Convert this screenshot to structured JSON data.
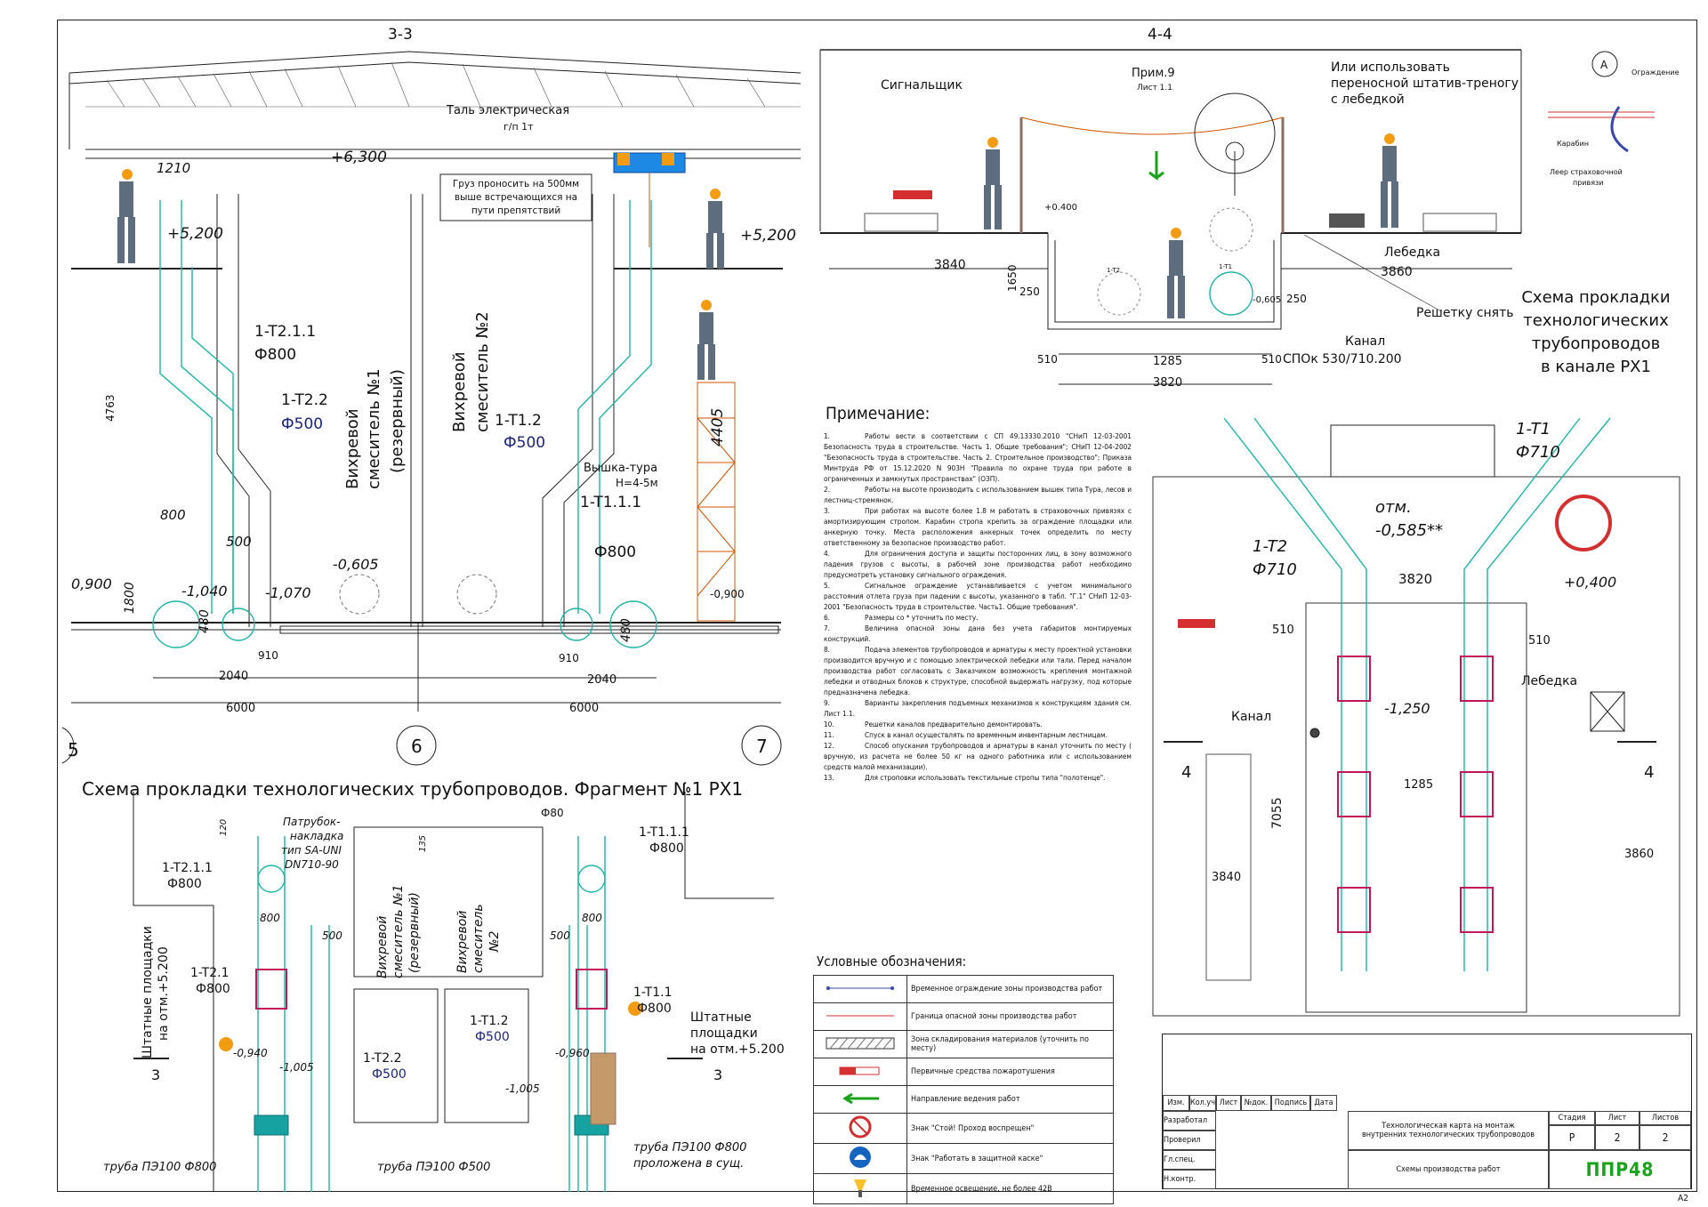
{
  "section_33": {
    "title": "3-3"
  },
  "section_44": {
    "title": "4-4"
  },
  "labels": {
    "tal": "Таль электрическая",
    "tal_gp": "г/п 1т",
    "gruz1": "Груз проносить на 500мм",
    "gruz2": "выше встречающихся на",
    "gruz3": "пути препятствий",
    "elev_6300": "+6,300",
    "elev_5200": "+5,200",
    "elev_5200r": "+5,200",
    "elev_0900": "0,900",
    "elev_1040": "-1,040",
    "elev_1070": "-1,070",
    "elev_0605": "-0,605",
    "elev_0900r": "-0,900",
    "d1210": "1210",
    "d4763": "4763",
    "d800": "800",
    "d500": "500",
    "d480a": "480",
    "d480b": "480",
    "d1800": "1800",
    "d910a": "910",
    "d910b": "910",
    "d2040a": "2040",
    "d2040b": "2040",
    "d6000a": "6000",
    "d6000b": "6000",
    "d4405": "4405",
    "t211": "1-T2.1.1",
    "t211d": "Ф800",
    "t22": "1-T2.2",
    "t22d": "Ф500",
    "t12": "1-T1.2",
    "t12d": "Ф500",
    "t111": "1-T1.1.1",
    "t111d": "Ф800",
    "mixer1a": "Вихревой",
    "mixer1b": "смеситель №1",
    "mixer1c": "(резервный)",
    "mixer2a": "Вихревой",
    "mixer2b": "смеситель №2",
    "vyshka1": "Вышка-тура",
    "vyshka2": "Н=4-5м",
    "axis5": "5",
    "axis6": "6",
    "axis7": "7"
  },
  "s44": {
    "signal": "Сигнальщик",
    "prim": "Прим.9",
    "list": "Лист 1.1",
    "ili1": "Или использовать",
    "ili2": "переносной штатив-треногу",
    "ili3": "с лебедкой",
    "lebedka": "Лебедка",
    "reshetka": "Решетку снять",
    "kanal": "Канал",
    "spok": "СПОк 530/710.200",
    "e0400": "+0.400",
    "e0605": "-0,605",
    "d3840": "3840",
    "d3860": "3860",
    "d1650": "1650",
    "d250a": "250",
    "d250b": "250",
    "d510a": "510",
    "d510b": "510",
    "d1285": "1285",
    "d3820": "3820",
    "t1small": "1-T1",
    "t2small": "1-T2"
  },
  "right_title": [
    "Схема прокладки",
    "технологических",
    "трубопроводов",
    "в канале РХ1"
  ],
  "detail_a": {
    "mark": "А",
    "ograzhdenie": "Ограждение",
    "karabin": "Карабин",
    "leer1": "Леер страховочной",
    "leer2": "привязи"
  },
  "plan_right": {
    "t1": "1-T1",
    "t1d": "Ф710",
    "t2": "1-T2",
    "t2d": "Ф710",
    "otm1": "отм.",
    "otm2": "-0,585**",
    "d3820": "3820",
    "d510a": "510",
    "d510b": "510",
    "e0400": "+0,400",
    "e1250": "-1,250",
    "lebedka": "Лебедка",
    "kanal": "Канал",
    "d1285": "1285",
    "d7055": "7055",
    "d3840": "3840",
    "d3860": "3860",
    "cut4a": "4",
    "cut4b": "4"
  },
  "fragment": {
    "title": "Схема прокладки технологических трубопроводов. Фрагмент №1 РХ1",
    "patrubok1": "Патрубок-",
    "patrubok2": "накладка",
    "patrubok3": "тип SA-UNI",
    "patrubok4": "DN710-90",
    "f80": "Ф80",
    "d120": "120",
    "d135": "135",
    "t211": "1-T2.1.1",
    "t211d": "Ф800",
    "t111": "1-T1.1.1",
    "t111d": "Ф800",
    "t21": "1-T2.1",
    "t21d": "Ф800",
    "t11": "1-T1.1",
    "t11d": "Ф800",
    "t12": "1-T1.2",
    "t12d": "Ф500",
    "t22": "1-T2.2",
    "t22d": "Ф500",
    "d800a": "800",
    "d800b": "800",
    "d500a": "500",
    "d500b": "500",
    "e0940": "-0,940",
    "e1005a": "-1,005",
    "e0960": "-0,960",
    "e1005b": "-1,005",
    "sh1": "Штатные площадки",
    "sh2": "на отм.+5.200",
    "shr1": "Штатные",
    "shr2": "площадки",
    "shr3": "на отм.+5.200",
    "cut3a": "3",
    "cut3b": "3",
    "m1a": "Вихревой",
    "m1b": "смеситель №1",
    "m1c": "(резервный)",
    "m2a": "Вихревой",
    "m2b": "смеситель",
    "m2c": "№2",
    "truba1": "труба ПЭ100 Ф800",
    "truba2": "труба ПЭ100 Ф500",
    "truba3": "труба ПЭ100 Ф800",
    "truba4": "проложена в сущ."
  },
  "notes": {
    "heading": "Примечание:",
    "items": [
      {
        "n": "1.",
        "t": "Работы вести в соответствии с СП 49.13330.2010 \"СНиП 12-03-2001 Безопасность труда в строительстве. Часть 1. Общие требования\"; СНиП 12-04-2002 \"Безопасность труда в строительстве. Часть 2. Строительное производство\"; Приказа Минтруда РФ от 15.12.2020 N 903Н \"Правила по охране труда при работе в ограниченных и замкнутых пространствах\" (ОЗП)."
      },
      {
        "n": "2.",
        "t": "Работы на высоте производить с использованием вышек типа Тура, лесов и лестниц-стремянок."
      },
      {
        "n": "3.",
        "t": "При работах на высоте более 1.8 м работать в страховочных привязях с амортизирующим стропом. Карабин стропа крепить за ограждение площадки или анкерную точку. Места расположения анкерных точек определить по месту ответственному за безопасное производство работ."
      },
      {
        "n": "4.",
        "t": "Для ограничения доступа и защиты посторонних лиц, в зону возможного падения грузов с высоты, в рабочей зоне производства работ необходимо предусмотреть установку сигнального ограждения."
      },
      {
        "n": "5.",
        "t": "Сигнальное ограждение устанавливается с учетом минимального расстояния отлета груза при падении с высоты, указанного в табл. \"Г.1\" СНиП 12-03-2001 \"Безопасность труда в строительстве. Часть1. Общие требования\"."
      },
      {
        "n": "6.",
        "t": "Размеры со * уточнить по месту."
      },
      {
        "n": "7.",
        "t": "Величина опасной зоны дана без учета габаритов монтируемых конструкций."
      },
      {
        "n": "8.",
        "t": "Подача элементов трубопроводов и арматуры к месту проектной установки производится вручную и с помощью электрической лебедки или тали. Перед началом производства работ согласовать с Заказчиком возможность крепления монтажной лебедки и отводных блоков к структуре, способной выдержать нагрузку, под которые предназначена лебедка."
      },
      {
        "n": "9.",
        "t": "Варианты закрепления подъемных механизмов к конструкциям здания см. Лист 1.1."
      },
      {
        "n": "10.",
        "t": "Решетки каналов предварительно демонтировать."
      },
      {
        "n": "11.",
        "t": "Спуск в канал осуществлять по временным инвентарным лестницам."
      },
      {
        "n": "12.",
        "t": "Способ опускания трубопроводов и арматуры в канал уточнить по месту ( вручную, из расчета не более 50 кг на одного работника или с использованием средств малой механизации)."
      },
      {
        "n": "13.",
        "t": "Для строповки использовать текстильные стропы типа \"полотенце\"."
      }
    ]
  },
  "legend": {
    "heading": "Условные обозначения:",
    "items": [
      {
        "sym": "fence-line",
        "text": "Временное ограждение зоны производства работ"
      },
      {
        "sym": "danger-line",
        "text": "Граница опасной зоны производства работ"
      },
      {
        "sym": "storage-hatch",
        "text": "Зона складирования материалов (уточнить по месту)"
      },
      {
        "sym": "fire-extinguisher",
        "text": "Первичные средства пожаротушения"
      },
      {
        "sym": "green-arrow",
        "text": "Направление ведения работ"
      },
      {
        "sym": "no-entry-sign",
        "text": "Знак \"Стой! Проход воспрещен\""
      },
      {
        "sym": "helmet-sign",
        "text": "Знак \"Работать в защитной каске\""
      },
      {
        "sym": "lamp",
        "text": "Временное освещение, не более 42В"
      }
    ]
  },
  "stamp": {
    "izm": "Изм.",
    "kol": "Кол.уч",
    "list": "Лист",
    "ndok": "№док.",
    "podp": "Подпись",
    "data": "Дата",
    "razrab": "Разработал",
    "prover": "Проверил",
    "glspec": "Гл.спец.",
    "nkontr": "Н.контр.",
    "title1": "Технологическая карта на монтаж",
    "title2": "внутренних технологических трубопроводов",
    "sheet": "Схемы производства работ",
    "stadia_h": "Стадия",
    "list_h": "Лист",
    "listov_h": "Листов",
    "stadia": "Р",
    "list_v": "2",
    "listov": "2",
    "brand": "ППР48"
  },
  "format": "А2",
  "colors": {
    "pipe": "#1fb5a5",
    "valve": "#c2185b",
    "blue": "#1a237e",
    "orange": "#f39c12",
    "green": "#1aa31a",
    "red": "#d32f2f"
  }
}
